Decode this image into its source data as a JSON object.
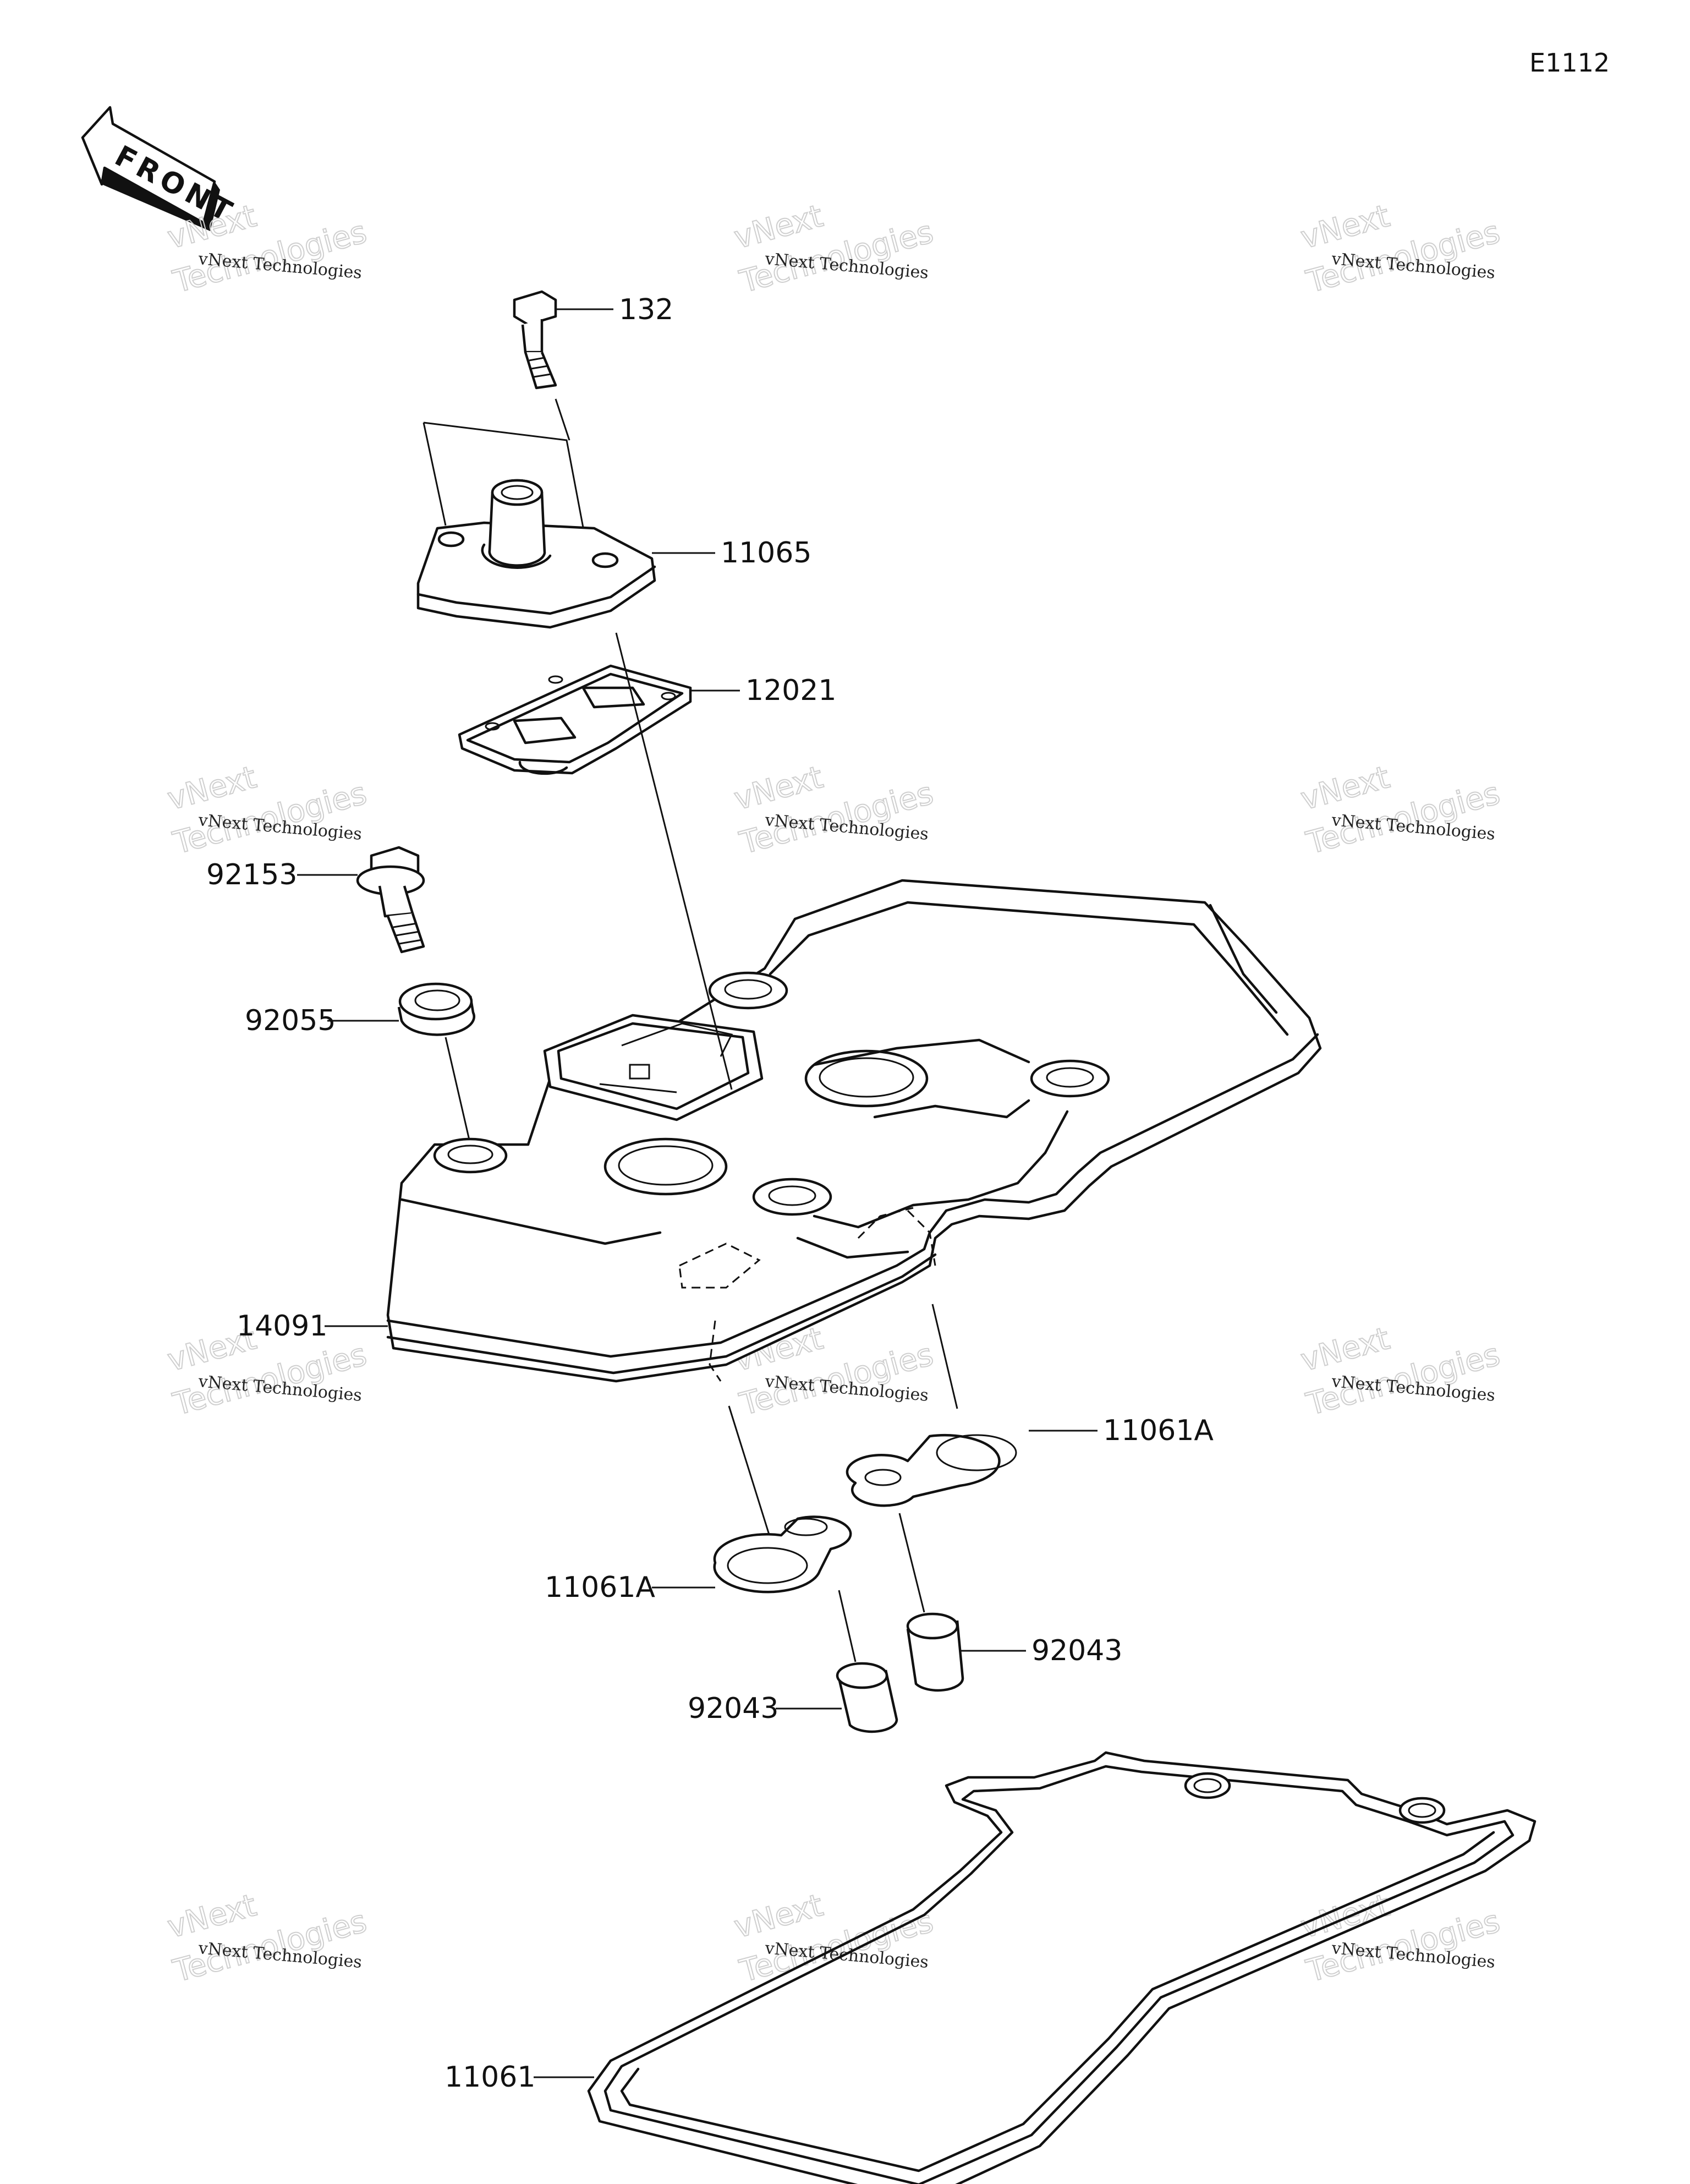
{
  "diagram_code": "E1112",
  "front_arrow_label": "FRONT",
  "watermark": {
    "line1": "vNext Technologies",
    "line2": "vNext",
    "line3": "Technologies"
  },
  "parts": [
    {
      "label": "132"
    },
    {
      "label": "11065"
    },
    {
      "label": "12021"
    },
    {
      "label": "92153"
    },
    {
      "label": "92055"
    },
    {
      "label": "14091"
    },
    {
      "label": "11061A"
    },
    {
      "label": "11061A"
    },
    {
      "label": "92043"
    },
    {
      "label": "92043"
    },
    {
      "label": "11061"
    }
  ]
}
